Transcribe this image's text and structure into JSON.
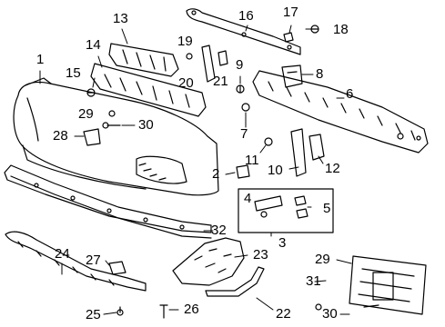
{
  "diagram": {
    "callouts": [
      {
        "id": "c1",
        "text": "1"
      },
      {
        "id": "c2",
        "text": "2"
      },
      {
        "id": "c3",
        "text": "3"
      },
      {
        "id": "c4",
        "text": "4"
      },
      {
        "id": "c5",
        "text": "5"
      },
      {
        "id": "c6",
        "text": "6"
      },
      {
        "id": "c7",
        "text": "7"
      },
      {
        "id": "c8",
        "text": "8"
      },
      {
        "id": "c9",
        "text": "9"
      },
      {
        "id": "c10",
        "text": "10"
      },
      {
        "id": "c11",
        "text": "11"
      },
      {
        "id": "c12",
        "text": "12"
      },
      {
        "id": "c13",
        "text": "13"
      },
      {
        "id": "c14",
        "text": "14"
      },
      {
        "id": "c15",
        "text": "15"
      },
      {
        "id": "c16",
        "text": "16"
      },
      {
        "id": "c17",
        "text": "17"
      },
      {
        "id": "c18",
        "text": "18"
      },
      {
        "id": "c19",
        "text": "19"
      },
      {
        "id": "c20",
        "text": "20"
      },
      {
        "id": "c21",
        "text": "21"
      },
      {
        "id": "c22",
        "text": "22"
      },
      {
        "id": "c23",
        "text": "23"
      },
      {
        "id": "c24",
        "text": "24"
      },
      {
        "id": "c25",
        "text": "25"
      },
      {
        "id": "c26",
        "text": "26"
      },
      {
        "id": "c27",
        "text": "27"
      },
      {
        "id": "c28",
        "text": "28"
      },
      {
        "id": "c29a",
        "text": "29"
      },
      {
        "id": "c29b",
        "text": "29"
      },
      {
        "id": "c30a",
        "text": "30"
      },
      {
        "id": "c30b",
        "text": "30"
      },
      {
        "id": "c31",
        "text": "31"
      },
      {
        "id": "c32",
        "text": "32"
      }
    ]
  }
}
